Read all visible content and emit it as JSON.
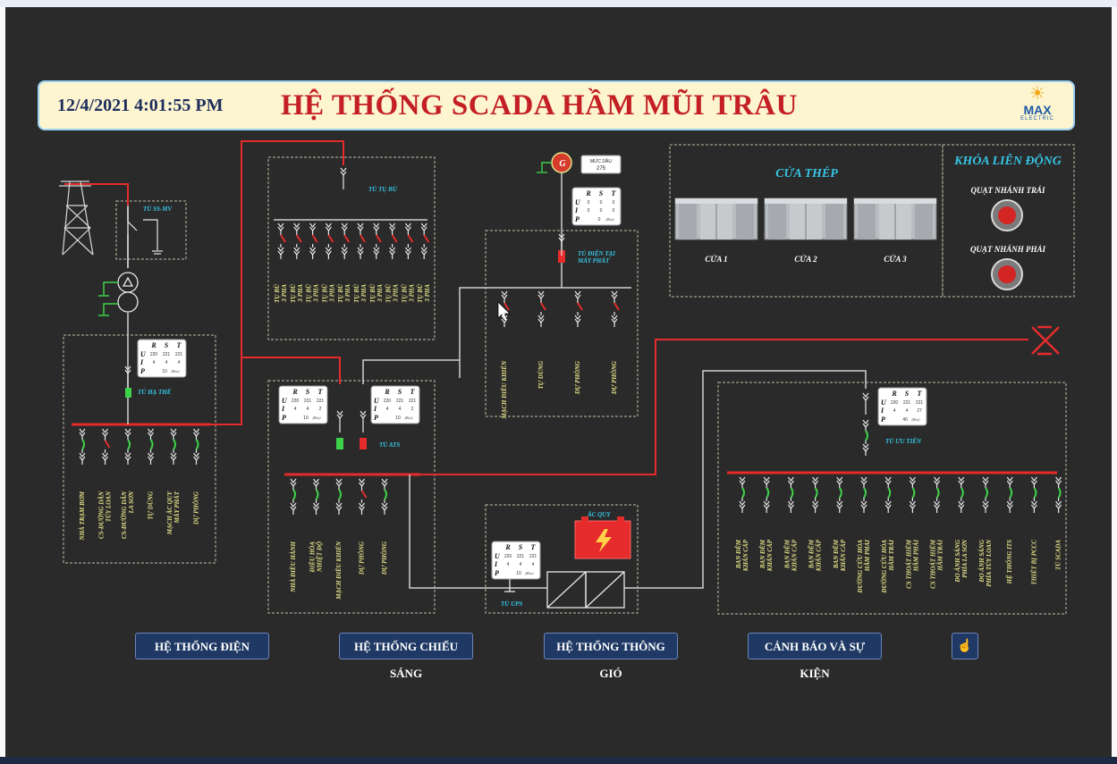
{
  "header": {
    "datetime": "12/4/2021 4:01:55 PM",
    "title": "HỆ THỐNG SCADA HẦM MŨI TRÂU",
    "logo_main": "MAX",
    "logo_sub": "ELECTRIC"
  },
  "colors": {
    "background": "#2a2a2a",
    "power_line": "#e52b2b",
    "busbar": "#e52b2b",
    "cyan_label": "#35c6e6",
    "yellow_label": "#e6e48a",
    "green_switch": "#3ed14a",
    "nav_button": "#1f3964"
  },
  "cabinets": {
    "ss_mv": "TỦ SS-MV",
    "tu_bu": "TỦ TỤ BÙ",
    "ha_the": "TỦ HẠ THẾ",
    "ats": "TỦ ATS",
    "may_phat": "TỦ ĐIỆN TẠI MÁY PHÁT",
    "ups": "TỦ UPS",
    "uu_tien": "TỦ ƯU TIÊN"
  },
  "generator": {
    "symbol": "G",
    "level_label": "MỨC DẦU",
    "level_value": "275"
  },
  "battery": {
    "label": "ẮC QUY"
  },
  "meter": {
    "r": "R",
    "s": "S",
    "t": "T",
    "u": "U",
    "i": "I",
    "p": "P",
    "unit": "(Kw)"
  },
  "meters": [
    {
      "u": [
        "0",
        "0",
        "0"
      ],
      "i": [
        "0",
        "0",
        "0"
      ],
      "p": "0"
    },
    {
      "u": [
        "220",
        "221",
        "221"
      ],
      "i": [
        "4",
        "4",
        "4"
      ],
      "p": "10"
    },
    {
      "u": [
        "220",
        "221",
        "221"
      ],
      "i": [
        "4",
        "4",
        "2"
      ],
      "p": "10"
    },
    {
      "u": [
        "220",
        "221",
        "221"
      ],
      "i": [
        "4",
        "4",
        "2"
      ],
      "p": "10"
    },
    {
      "u": [
        "220",
        "221",
        "221"
      ],
      "i": [
        "4",
        "4",
        "4"
      ],
      "p": "10"
    },
    {
      "u": [
        "220",
        "221",
        "221"
      ],
      "i": [
        "4",
        "4",
        "27"
      ],
      "p": "40"
    }
  ],
  "tu_bu_feeders": [
    "TỤ BÙ 3 PHA",
    "TỤ BÙ 3 PHA",
    "TỤ BÙ 3 PHA",
    "TỤ BÙ 3 PHA",
    "TỤ BÙ 3 PHA",
    "TỤ BÙ 3 PHA",
    "TỤ BÙ 3 PHA",
    "TỤ BÙ 3 PHA",
    "TỤ BÙ 3 PHA",
    "TỤ BÙ 3 PHA"
  ],
  "ha_the_feeders": [
    "NHÀ TRẠM BƠM",
    "CS-ĐƯỜNG DẪN TÚY LOAN",
    "CS-ĐƯỜNG DẪN LA SƠN",
    "TỰ DÙNG",
    "MẠCH ẮC QUY MÁY PHÁT",
    "DỰ PHÒNG"
  ],
  "ats_feeders": [
    "NHÀ ĐIỀU HÀNH",
    "ĐIỀU HÒA NHIỆT ĐỘ",
    "MẠCH ĐIỀU KHIỂN",
    "DỰ PHÒNG",
    "DỰ PHÒNG"
  ],
  "may_phat_feeders": [
    "MẠCH ĐIỀU KHIỂN",
    "TỰ DÙNG",
    "DỰ PHÒNG",
    "DỰ PHÒNG"
  ],
  "uu_tien_feeders": [
    "BAN ĐÊM KHẨN CẤP",
    "BAN ĐÊM KHẨN CẤP",
    "BAN ĐÊM KHẨN CẤP",
    "BAN ĐÊM KHẨN CẤP",
    "BAN ĐÊM KHẨN CẤP",
    "ĐƯỜNG CỨU HỎA HẦM PHẢI",
    "ĐƯỜNG CỨU HỎA HẦM TRÁI",
    "CS THOÁT HIỂM HẦM PHẢI",
    "CS THOÁT HIỂM HẦM TRÁI",
    "ĐO ÁNH SÁNG PHÍA LA SƠN",
    "ĐO ÁNH SÁNG PHÍA TÚY LOAN",
    "HỆ THỐNG ITS",
    "THIẾT BỊ PCCC",
    "TỦ SCADA"
  ],
  "doors": {
    "title": "CỬA THÉP",
    "items": [
      "CỬA 1",
      "CỬA 2",
      "CỬA 3"
    ]
  },
  "interlock": {
    "title": "KHÓA LIÊN ĐỘNG",
    "buttons": [
      "QUẠT NHÁNH TRÁI",
      "QUẠT NHÁNH PHẢI"
    ]
  },
  "nav": {
    "he_thong_dien": "HỆ THỐNG ĐIỆN",
    "chieu_sang": "HỆ THỐNG CHIẾU SÁNG",
    "thong_gio": "HỆ THỐNG THÔNG GIÓ",
    "canh_bao": "CẢNH BÁO VÀ SỰ KIỆN",
    "hand_icon": "hand-pointer-icon"
  }
}
